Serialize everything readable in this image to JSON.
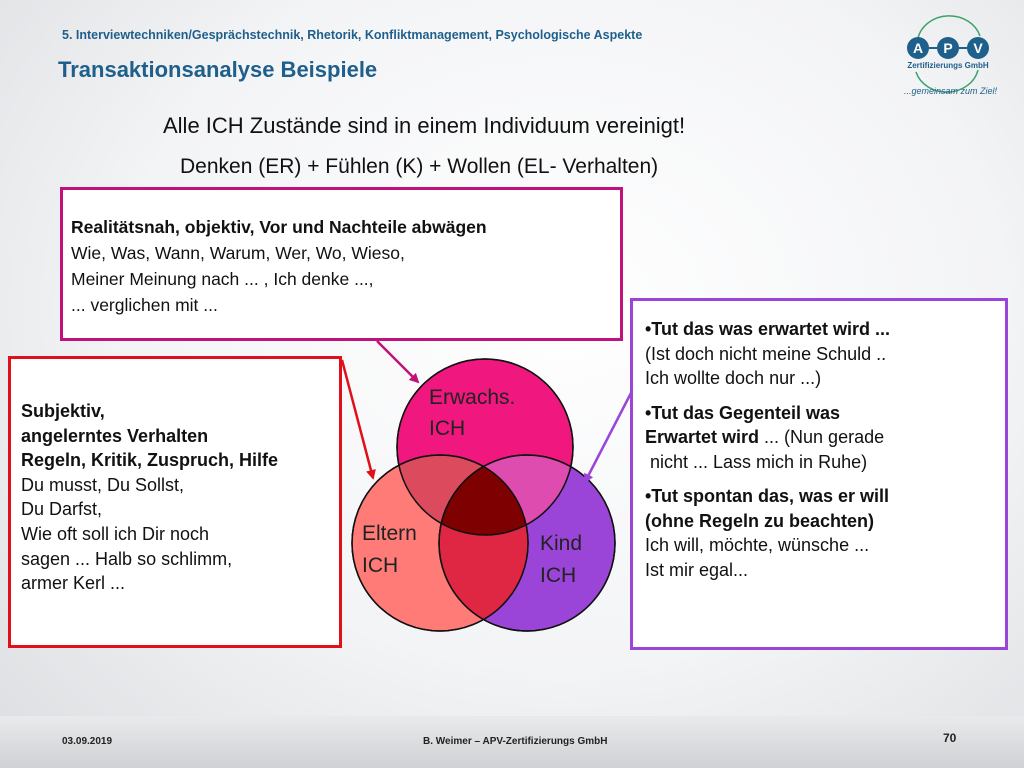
{
  "header": {
    "chapter": "5. Interviewtechniken/Gesprächstechnik, Rhetorik, Konfliktmanagement, Psychologische Aspekte",
    "title": "Transaktionsanalyse Beispiele"
  },
  "logo": {
    "letters": [
      "A",
      "P",
      "V"
    ],
    "subtitle": "Zertifizierungs GmbH",
    "slogan": "...gemeinsam zum Ziel!",
    "colors": {
      "blue": "#1f5f8b",
      "green": "#3aa36a"
    }
  },
  "statements": {
    "line1": "Alle ICH Zustände sind in einem Individuum vereinigt!",
    "line2": "Denken (ER) + Fühlen (K) + Wollen (EL- Verhalten)"
  },
  "adult_box": {
    "heading": "Realitätsnah, objektiv, Vor und Nachteile abwägen",
    "lines": [
      "Wie, Was, Wann, Warum, Wer, Wo, Wieso,",
      "Meiner Meinung nach  ... , Ich denke ...,",
      "... verglichen mit ..."
    ],
    "color": "#c0127a"
  },
  "parent_box": {
    "bold_lines": [
      "Subjektiv,",
      "angelerntes Verhalten",
      "Regeln, Kritik, Zuspruch, Hilfe"
    ],
    "lines": [
      "Du musst, Du Sollst,",
      "Du Darfst,",
      "Wie oft soll ich Dir noch",
      "sagen ... Halb so schlimm,",
      "armer Kerl ..."
    ],
    "color": "#e0101a"
  },
  "child_box": {
    "item1": {
      "bold": "•Tut das was erwartet wird ...",
      "lines": [
        "(Ist doch nicht meine Schuld ..",
        "Ich wollte doch nur ...)"
      ]
    },
    "item2": {
      "bold1": "•Tut das Gegenteil was",
      "bold2": "Erwartet wird",
      "rest2": " ... (Nun gerade",
      "line3": " nicht ... Lass mich in Ruhe)"
    },
    "item3": {
      "bold1": "•Tut spontan das, was er will",
      "bold2": "(ohne Regeln zu beachten)",
      "lines": [
        "Ich will, möchte, wünsche ...",
        "Ist mir egal..."
      ]
    },
    "color": "#9a45d8"
  },
  "venn": {
    "adult": {
      "line1": "Erwachs.",
      "line2": "ICH",
      "color": "#f0187f"
    },
    "parent": {
      "line1": "Eltern",
      "line2": "ICH",
      "color": "#ff7b78"
    },
    "child": {
      "line1": "Kind",
      "line2": "ICH",
      "color": "#9a45d8"
    },
    "center_color": "#7f0000"
  },
  "footer": {
    "date": "03.09.2019",
    "author": "B. Weimer – APV-Zertifizierungs GmbH",
    "page": "70"
  }
}
